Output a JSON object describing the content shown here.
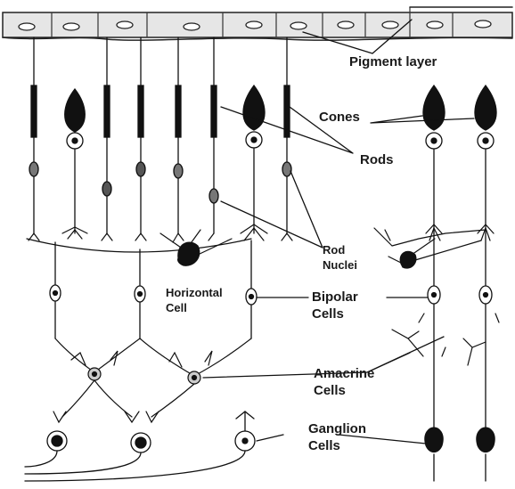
{
  "labels": {
    "pigment_layer": "Pigment layer",
    "cones": "Cones",
    "rods": "Rods",
    "rod_nuclei_1": "Rod",
    "rod_nuclei_2": "Nuclei",
    "horizontal_cell_1": "Horizontal",
    "horizontal_cell_2": "Cell",
    "bipolar_cells_1": "Bipolar",
    "bipolar_cells_2": "Cells",
    "amacrine_cells_1": "Amacrine",
    "amacrine_cells_2": "Cells",
    "ganglion_cells_1": "Ganglion",
    "ganglion_cells_2": "Cells"
  },
  "colors": {
    "ink": "#111111",
    "pigment_fill": "#e6e6e6",
    "paper": "#ffffff"
  }
}
